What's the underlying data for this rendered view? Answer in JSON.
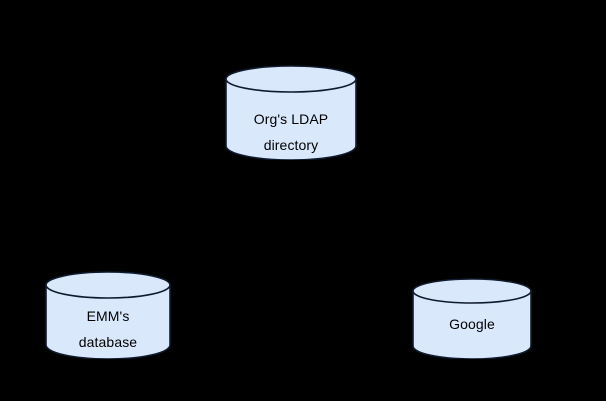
{
  "diagram": {
    "type": "node-diagram",
    "background_color": "#000000",
    "node_fill_color": "#dae8fc",
    "node_stroke_color": "#0f1b2d",
    "label_color": "#000000",
    "connectors": [],
    "nodes": [
      {
        "id": "ldap",
        "shape": "cylinder",
        "label": "Org's LDAP\ndirectory",
        "label_line_1": "Org's LDAP",
        "label_line_2": "directory"
      },
      {
        "id": "emm",
        "shape": "cylinder",
        "label": "EMM's\ndatabase",
        "label_line_1": "EMM's",
        "label_line_2": "database"
      },
      {
        "id": "google",
        "shape": "cylinder",
        "label": "Google",
        "label_line_1": "Google",
        "label_line_2": ""
      }
    ]
  }
}
